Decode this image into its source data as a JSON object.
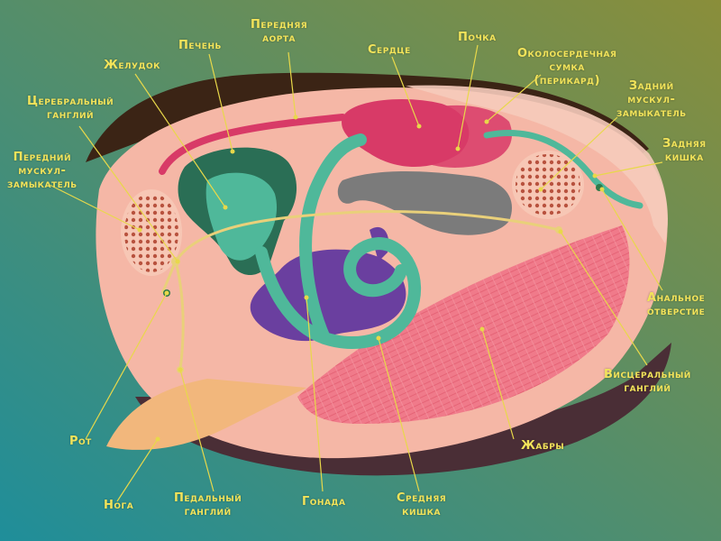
{
  "colors": {
    "bg_left": "#1f8e9a",
    "bg_right": "#8a8e3a",
    "label": "#f2e35a",
    "leader": "#e8d84a",
    "body": "#f5b7a6",
    "heart": "#d83a67",
    "kidney": "#7b7b7b",
    "gut": "#4fb89a",
    "stomach": "#2a6e55",
    "gonad": "#6a3f9f",
    "gill": "#f07a8a",
    "muscle": "#c8624c",
    "foot": "#f2b77c",
    "nerve": "#e9d07a"
  },
  "labels": {
    "aorta": [
      "Передняя",
      "аорта"
    ],
    "liver": [
      "Печень"
    ],
    "heart": [
      "Сердце"
    ],
    "kidney": [
      "Почка"
    ],
    "pericardium": [
      "Околосердечная",
      "сумка",
      "(перикард)"
    ],
    "stomach": [
      "Желудок"
    ],
    "cerebral": [
      "Церебральный",
      "ганглий"
    ],
    "post_muscle": [
      "Задний",
      "мускул-",
      "замыкатель"
    ],
    "ant_muscle": [
      "Передний",
      "мускул-",
      "замыкатель"
    ],
    "hindgut": [
      "Задняя",
      "кишка"
    ],
    "anus": [
      "Анальное",
      "отверстие"
    ],
    "visceral": [
      "Висцеральный",
      "ганглий"
    ],
    "mouth": [
      "Рот"
    ],
    "gills": [
      "Жабры"
    ],
    "foot": [
      "Нога"
    ],
    "pedal": [
      "Педальный",
      "ганглий"
    ],
    "gonad": [
      "Гонада"
    ],
    "midgut": [
      "Средняя",
      "кишка"
    ]
  }
}
